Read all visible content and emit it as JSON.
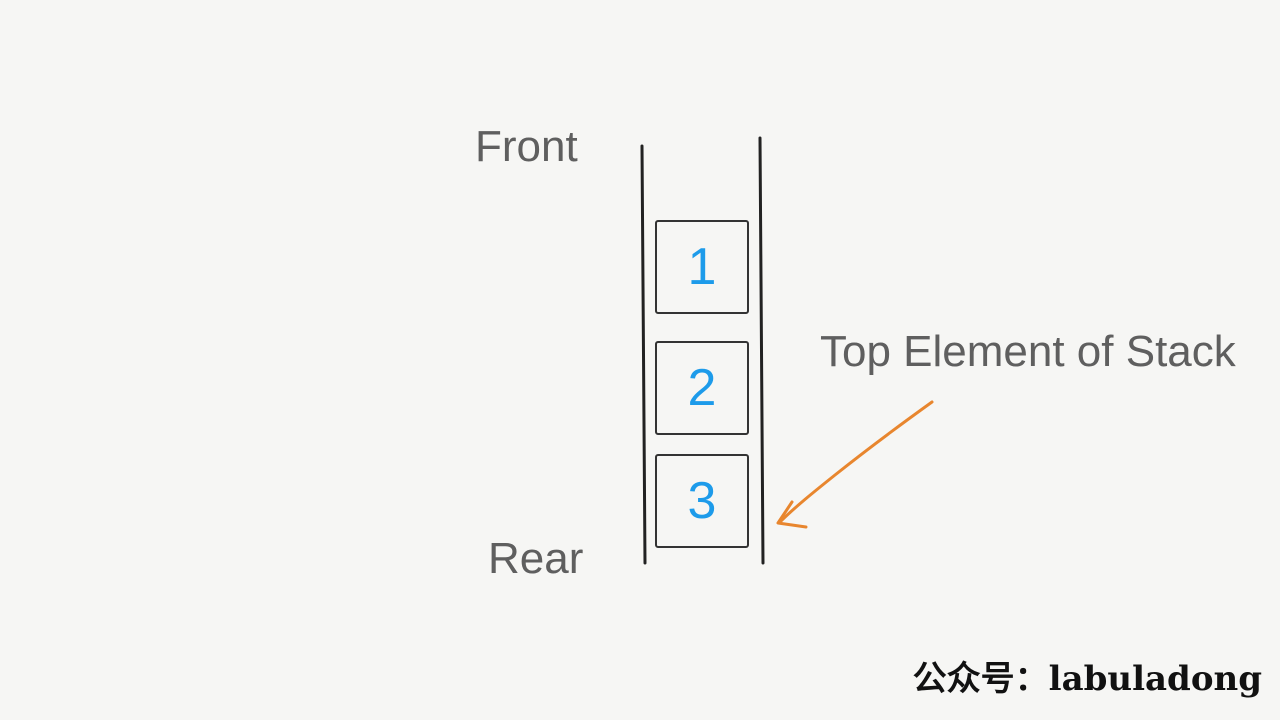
{
  "diagram": {
    "labels": {
      "front": "Front",
      "rear": "Rear",
      "top_element": "Top Element of Stack"
    },
    "stack_items": [
      "1",
      "2",
      "3"
    ],
    "watermark": "公众号：labuladong",
    "colors": {
      "background": "#f6f6f4",
      "label_text": "#5f5f5f",
      "item_number": "#1d9bea",
      "arrow": "#e8862e",
      "stroke": "#222222"
    }
  }
}
